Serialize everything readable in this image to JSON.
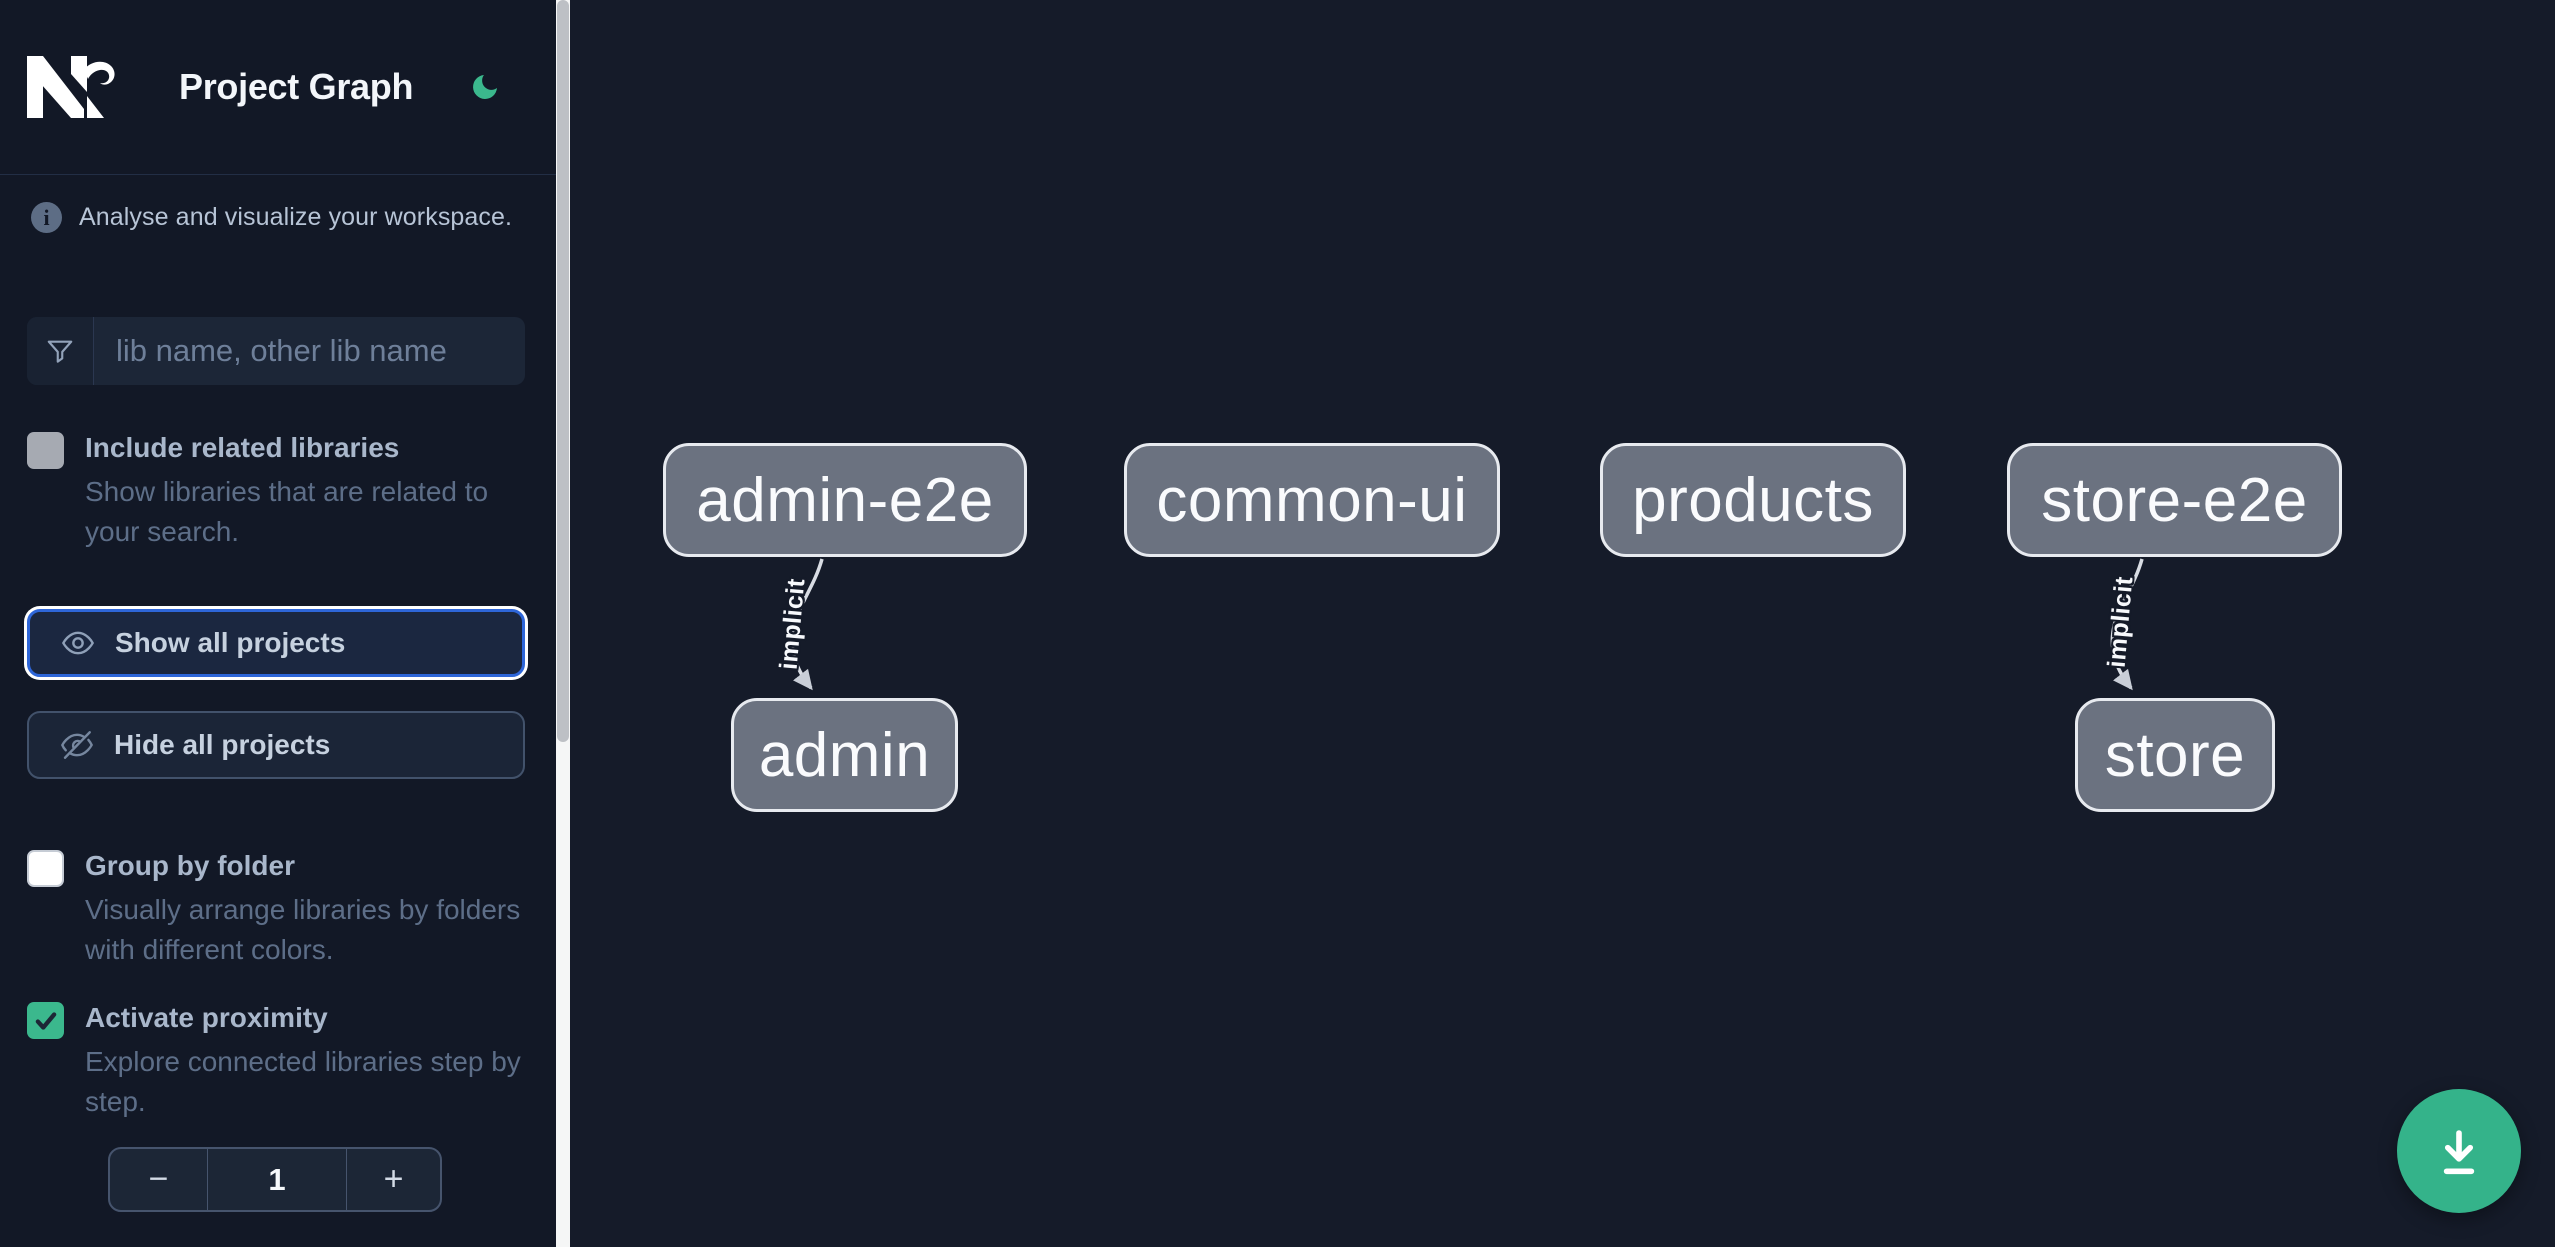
{
  "app": {
    "title": "Project Graph"
  },
  "sidebar": {
    "tagline": "Analyse and visualize your workspace.",
    "search": {
      "placeholder": "lib name, other lib name",
      "value": ""
    },
    "toggles": [
      {
        "label": "Include related libraries",
        "description": "Show libraries that are related to your search.",
        "checked": false
      },
      {
        "label": "Group by folder",
        "description": "Visually arrange libraries by folders with different colors.",
        "checked": false
      },
      {
        "label": "Activate proximity",
        "description": "Explore connected libraries step by step.",
        "checked": true
      }
    ],
    "buttons": [
      {
        "label": "Show all projects",
        "focused": true
      },
      {
        "label": "Hide all projects",
        "focused": false
      }
    ],
    "stepper": {
      "decrement": "−",
      "value": "1",
      "increment": "+"
    }
  },
  "graph": {
    "nodes": [
      {
        "id": "admin-e2e",
        "label": "admin-e2e"
      },
      {
        "id": "common-ui",
        "label": "common-ui"
      },
      {
        "id": "products",
        "label": "products"
      },
      {
        "id": "store-e2e",
        "label": "store-e2e"
      },
      {
        "id": "admin",
        "label": "admin"
      },
      {
        "id": "store",
        "label": "store"
      }
    ],
    "edges": [
      {
        "source": "admin-e2e",
        "target": "admin",
        "label": "implicit"
      },
      {
        "source": "store-e2e",
        "target": "store",
        "label": "implicit"
      }
    ]
  },
  "icons": {
    "logo": "nx-logo",
    "dark_mode": "moon",
    "info": "info-circle",
    "filter": "funnel",
    "show_all": "eye",
    "hide_all": "eye-slash",
    "download": "download-tray"
  },
  "colors": {
    "sidebar_bg": "#121826",
    "canvas_bg": "#151b29",
    "accent_teal": "#34b38a",
    "focus_blue": "#2e66d9",
    "checkbox_checked": "#3bb88d",
    "node_fill": "#6b7280",
    "node_border": "#e7eaef",
    "edge": "#d9dde4"
  }
}
